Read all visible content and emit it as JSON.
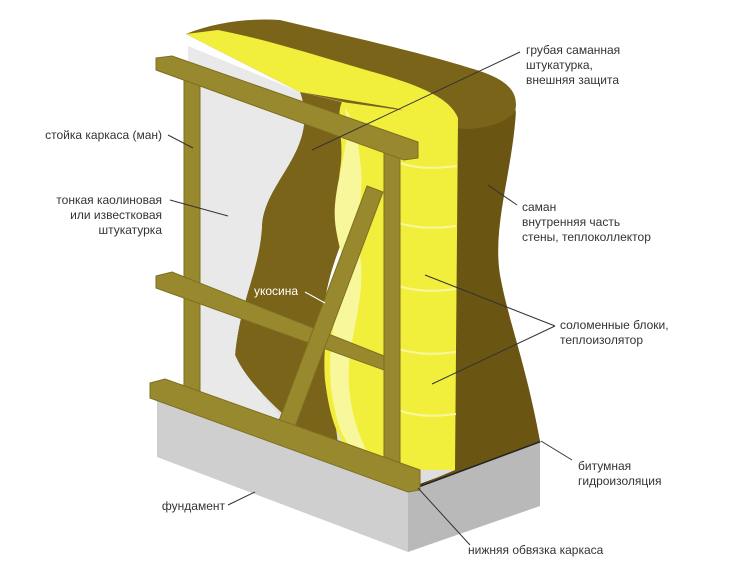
{
  "labels": {
    "outer_plaster": "грубая саманная\nштукатурка,\nвнешняя защита",
    "frame_post": "стойка каркаса (ман)",
    "thin_plaster": "тонкая каолиновая\nили известковая\nштукатурка",
    "adobe": "саман\nвнутренняя часть\nстены, теплоколлектор",
    "brace": "укосина",
    "straw_blocks": "соломенные блоки,\nтеплоизолятор",
    "bitumen": "битумная\nгидроизоляция",
    "foundation": "фундамент",
    "bottom_plate": "нижняя обвязка каркаса"
  },
  "colors": {
    "adobe": "#7a6419",
    "adobe_dark": "#6a5512",
    "straw": "#f2ee3c",
    "straw_light": "#f9f79c",
    "wood": "#98892e",
    "wood_edge": "#7d6f20",
    "plaster": "#e9e9e9",
    "foundation_front": "#cfcfcf",
    "foundation_top": "#dedede",
    "foundation_side": "#b9b9b9",
    "bitumen": "#222222",
    "leader": "#333333",
    "label_white": "#ffffff"
  }
}
